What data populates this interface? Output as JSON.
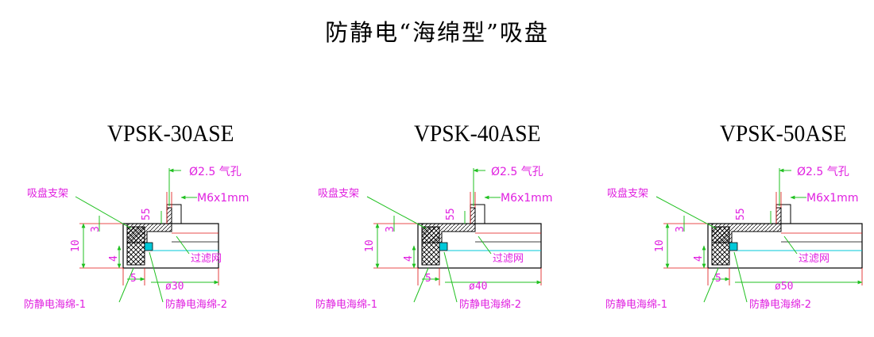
{
  "title": "防静电“海绵型”吸盘",
  "colors": {
    "label": "#e020e0",
    "dimension_line": "#20c020",
    "outline": "#000000",
    "extension": "#e01010",
    "filter": "#00c8d8"
  },
  "drawings": [
    {
      "model": "VPSK-30ASE",
      "air_hole": "Ø2.5 气孔",
      "thread": "M6x1mm",
      "bracket": "吸盘支架",
      "filter": "过滤网",
      "foam1": "防静电海绵-1",
      "foam2": "防静电海绵-2",
      "dim_55": "55",
      "dim_3": "3",
      "dim_10": "10",
      "dim_4": "4",
      "dim_5": "5",
      "diameter": "ø30"
    },
    {
      "model": "VPSK-40ASE",
      "air_hole": "Ø2.5 气孔",
      "thread": "M6x1mm",
      "bracket": "吸盘支架",
      "filter": "过滤网",
      "foam1": "防静电海绵-1",
      "foam2": "防静电海绵-2",
      "dim_55": "55",
      "dim_3": "3",
      "dim_10": "10",
      "dim_4": "4",
      "dim_5": "5",
      "diameter": "ø40"
    },
    {
      "model": "VPSK-50ASE",
      "air_hole": "Ø2.5 气孔",
      "thread": "M6x1mm",
      "bracket": "吸盘支架",
      "filter": "过滤网",
      "foam1": "防静电海绵-1",
      "foam2": "防静电海绵-2",
      "dim_55": "55",
      "dim_3": "3",
      "dim_10": "10",
      "dim_4": "4",
      "dim_5": "5",
      "diameter": "ø50"
    }
  ]
}
